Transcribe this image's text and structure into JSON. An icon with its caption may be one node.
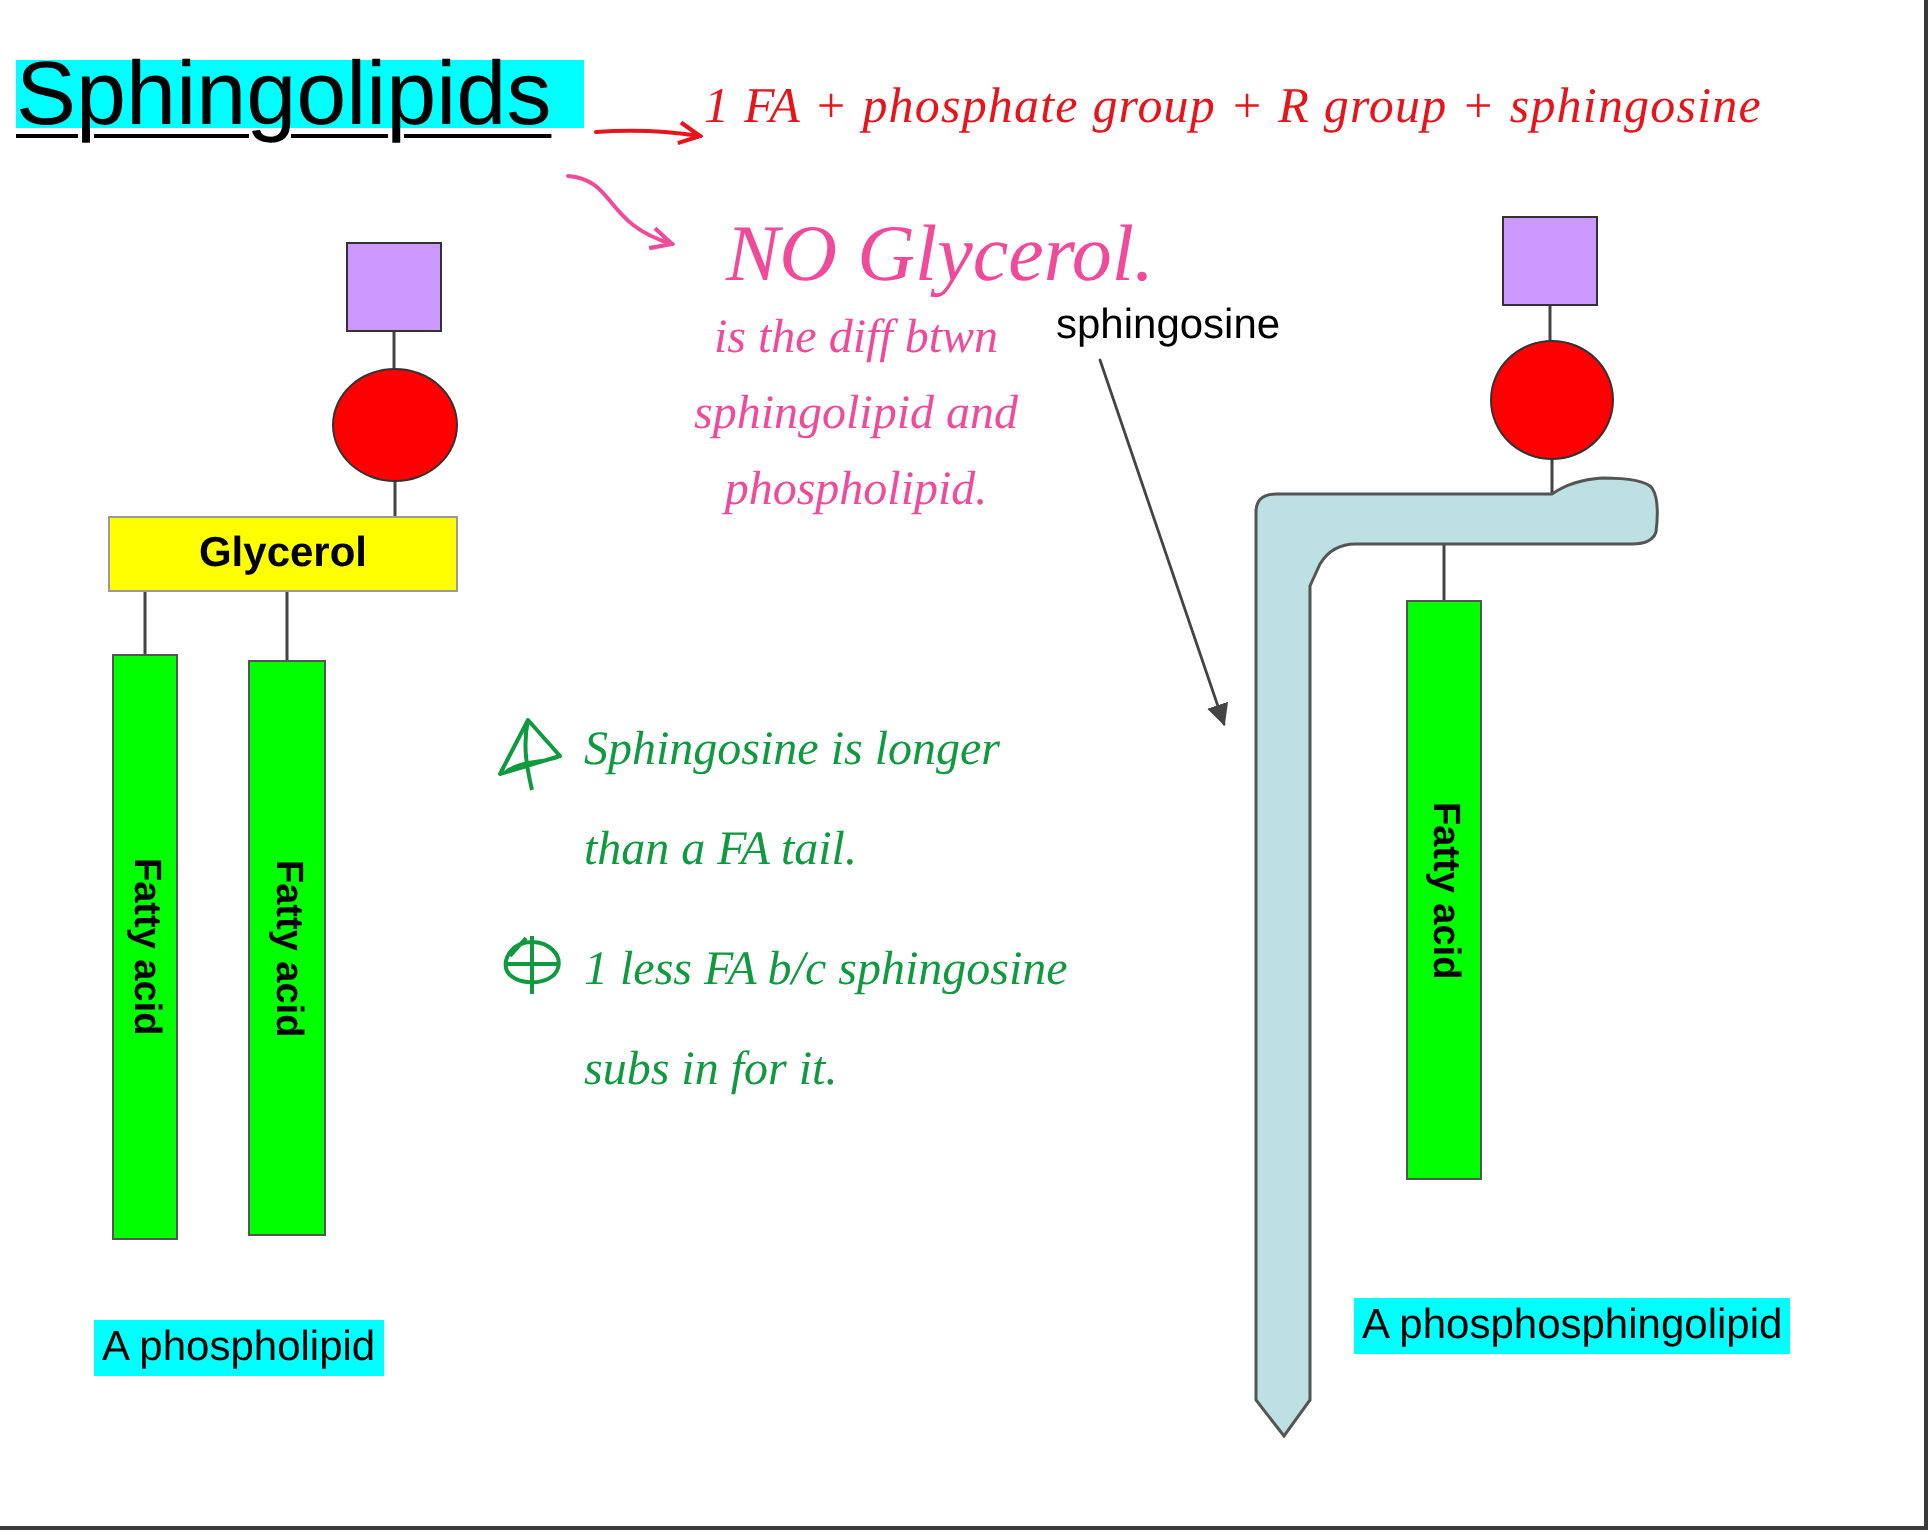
{
  "diagram": {
    "title": "Sphingolipids",
    "nodes": [
      {
        "text": [],
        "shape": "box"
      },
      {
        "text": [],
        "shape": "circle"
      },
      {
        "text": [
          "Glycerol"
        ]
      },
      {
        "text": [
          "Fatty acid"
        ]
      },
      {
        "text": [
          "Fatty acid"
        ]
      },
      {
        "text": [],
        "shape": "box"
      },
      {
        "text": [],
        "shape": "circle"
      },
      {
        "text": [],
        "shape": "bar"
      },
      {
        "text": [
          "Fatty acid"
        ]
      },
      {
        "text": [
          "sphingosine"
        ]
      },
      {
        "text": [
          "1 FA + phosphate group + R group + sphingosine"
        ]
      },
      {
        "text": [
          "NO Glycerol.",
          "is the diff btwn sphingolipid and phospholipid."
        ]
      }
    ],
    "edges": [
      {
        "from": 0,
        "to": 1,
        "arrow": "none"
      },
      {
        "from": 1,
        "to": 2,
        "arrow": "none"
      },
      {
        "from": 2,
        "to": 3,
        "arrow": "none"
      },
      {
        "from": 2,
        "to": 4,
        "arrow": "none"
      },
      {
        "from": 5,
        "to": 6,
        "arrow": "none"
      },
      {
        "from": 6,
        "to": 7,
        "arrow": "none"
      },
      {
        "from": 7,
        "to": 8,
        "arrow": "none"
      },
      {
        "from": 9,
        "to": 7,
        "arrow": "to"
      },
      {
        "from": null,
        "to": 10,
        "arrow": "to",
        "color": "#e8141c"
      },
      {
        "from": null,
        "to": 11,
        "arrow": "to",
        "color": "#f04a9a"
      }
    ],
    "labels": [
      "Sphingosine is longer than a FA tail.",
      "1 less FA b/c sphingosine subs in for it.",
      "A phospholipid",
      "A phosphosphingolipid"
    ]
  }
}
